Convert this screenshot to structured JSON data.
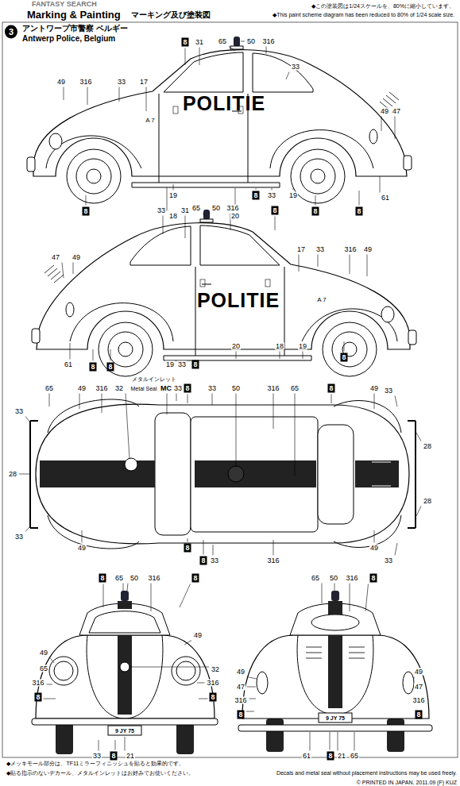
{
  "diagram": {
    "title": "Marking & Painting",
    "nodes": [
      {
        "text": [
          "3"
        ]
      },
      {
        "text": [
          "8"
        ]
      },
      {
        "text": [
          "8"
        ]
      },
      {
        "text": [
          "8"
        ]
      },
      {
        "text": [
          "8"
        ]
      },
      {
        "text": [
          "8"
        ]
      },
      {
        "text": [
          "8"
        ]
      },
      {
        "text": [
          "8"
        ]
      },
      {
        "text": [
          "8"
        ]
      },
      {
        "text": [
          "8"
        ]
      },
      {
        "text": [
          "8"
        ]
      },
      {
        "text": [
          "8"
        ]
      },
      {
        "text": [
          "8"
        ]
      },
      {
        "text": [
          "8"
        ]
      },
      {
        "text": [
          "8"
        ]
      },
      {
        "text": [
          "8"
        ]
      },
      {
        "text": [
          "8"
        ]
      },
      {
        "text": [
          "8"
        ]
      },
      {
        "text": [
          "8"
        ]
      },
      {
        "text": [
          "8"
        ]
      },
      {
        "text": [
          "8"
        ]
      },
      {
        "text": [
          "8"
        ]
      },
      {
        "text": [
          "8"
        ]
      },
      {
        "text": [
          "8"
        ]
      }
    ],
    "labels": [
      "FANTASY SEARCH",
      "マーキング及び塗装図",
      "◆この塗装図は1/24スケールを、80%に縮小しています。",
      "◆This paint scheme diagram has been reduced to 80% of 1/24 scale size.",
      "アントワープ市警察 ベルギー",
      "Antwerp Police, Belgium",
      "49",
      "316",
      "33",
      "17",
      "31",
      "65",
      "50",
      "316",
      "33",
      "49",
      "47",
      "A 7",
      "POLITIE",
      "19",
      "18",
      "20",
      "33",
      "19",
      "61",
      "33",
      "31",
      "65",
      "50",
      "316",
      "47",
      "49",
      "17",
      "33",
      "316",
      "49",
      "POLITIE",
      "A 7",
      "61",
      "19",
      "33",
      "20",
      "18",
      "19",
      "メタルインレット",
      "Metal Seal",
      "65",
      "49",
      "316",
      "32",
      "MC",
      "33",
      "33",
      "50",
      "316",
      "65",
      "49",
      "33",
      "33",
      "28",
      "33",
      "28",
      "28",
      "49",
      "33",
      "316",
      "49",
      "33",
      "65",
      "50",
      "316",
      "49",
      "65",
      "316",
      "49",
      "32",
      "316",
      "33",
      "21",
      "9 JY 75",
      "65",
      "50",
      "316",
      "49",
      "47",
      "316",
      "49",
      "47",
      "316",
      "9 JY 75",
      "61",
      "21",
      "65",
      "◆メッキモール部分は、TF11ミラーフィニッシュを貼ると効果的です。",
      "◆貼る指示のないデカール、メタルインレットはお好みでお使いください。",
      "Decals and metal seal without placement instructions may be used freely.",
      "© PRINTED IN JAPAN. 2011.09 (F) KUZ"
    ]
  }
}
